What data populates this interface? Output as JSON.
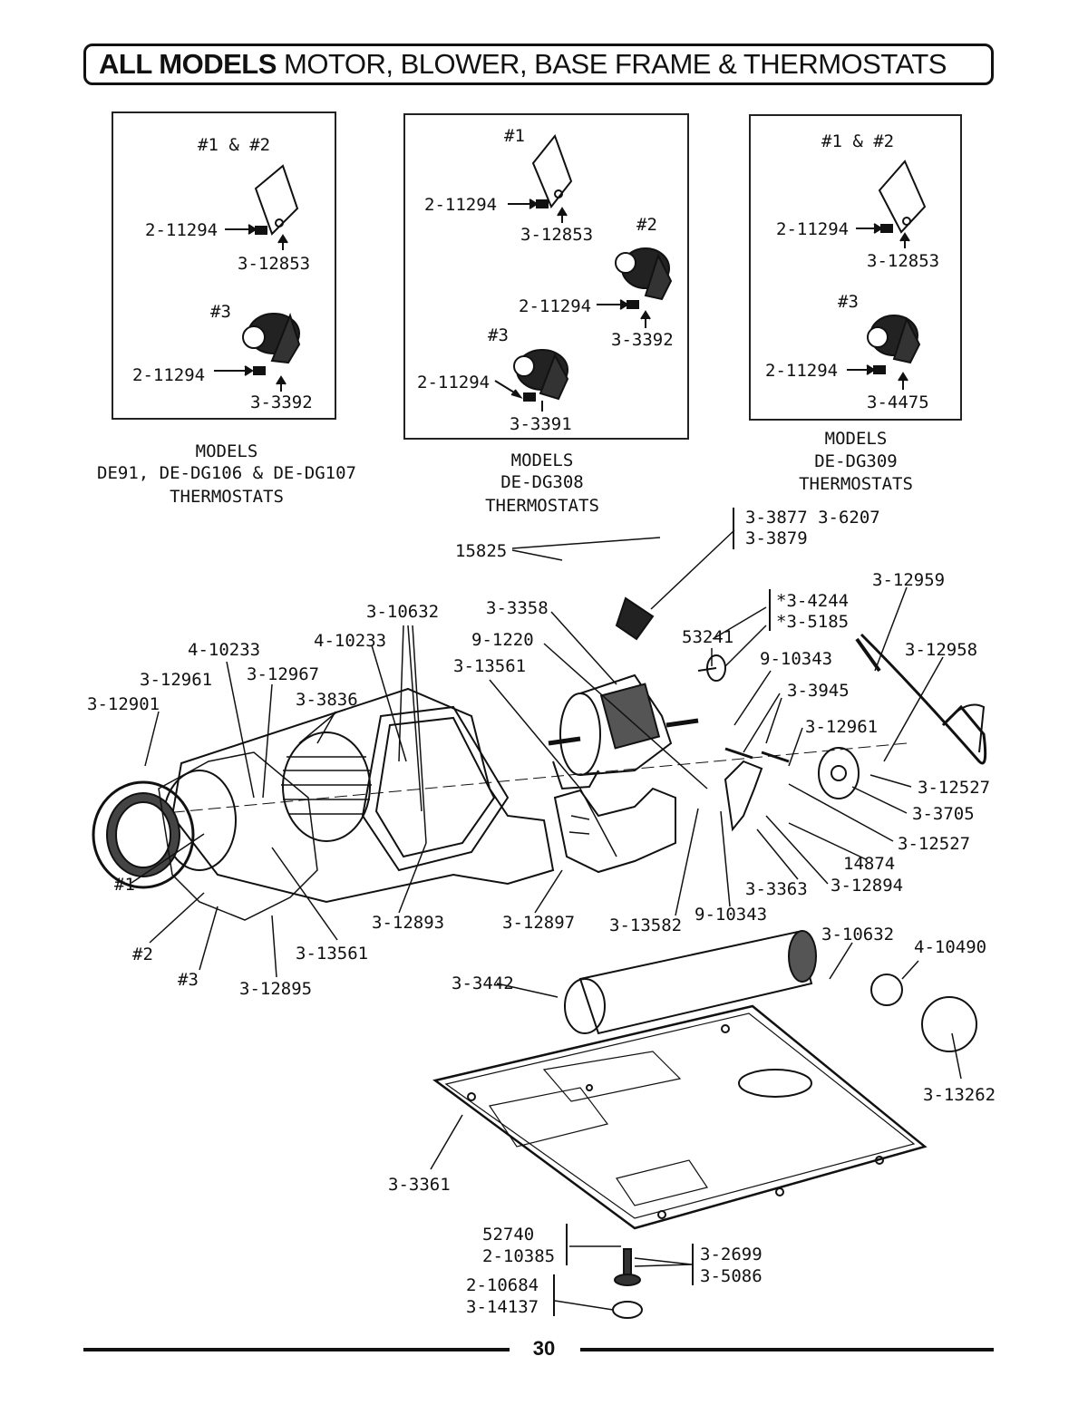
{
  "title": {
    "bold": "ALL MODELS",
    "rest": " MOTOR, BLOWER, BASE FRAME & THERMOSTATS"
  },
  "insets": [
    {
      "labels": [
        "#1 & #2",
        "2-11294",
        "3-12853",
        "#3",
        "2-11294",
        "3-3392"
      ],
      "caption": [
        "MODELS",
        "DE91, DE-DG106 & DE-DG107",
        "THERMOSTATS"
      ]
    },
    {
      "labels": [
        "#1",
        "2-11294",
        "3-12853",
        "#2",
        "2-11294",
        "3-3392",
        "#3",
        "2-11294",
        "3-3391"
      ],
      "caption": [
        "MODELS",
        "DE-DG308",
        "THERMOSTATS"
      ]
    },
    {
      "labels": [
        "#1 & #2",
        "2-11294",
        "3-12853",
        "#3",
        "2-11294",
        "3-4475"
      ],
      "caption": [
        "MODELS",
        "DE-DG309",
        "THERMOSTATS"
      ]
    }
  ],
  "parts": [
    "3-3877 3-6207",
    "3-3879",
    "15825",
    "3-12959",
    "*3-4244",
    "*3-5185",
    "3-10632",
    "3-3358",
    "53241",
    "3-12958",
    "4-10233",
    "4-10233",
    "9-1220",
    "9-10343",
    "3-12961",
    "3-12967",
    "3-13561",
    "3-3945",
    "3-12901",
    "3-3836",
    "3-12961",
    "3-12527",
    "3-3705",
    "3-12527",
    "14874",
    "3-3363",
    "3-12894",
    "#1",
    "3-12893",
    "3-12897",
    "3-13582",
    "9-10343",
    "3-10632",
    "4-10490",
    "#2",
    "3-13561",
    "#3",
    "3-12895",
    "3-3442",
    "3-13262",
    "3-3361",
    "52740",
    "2-10385",
    "3-2699",
    "3-5086",
    "2-10684",
    "3-14137"
  ],
  "page_number": "30"
}
